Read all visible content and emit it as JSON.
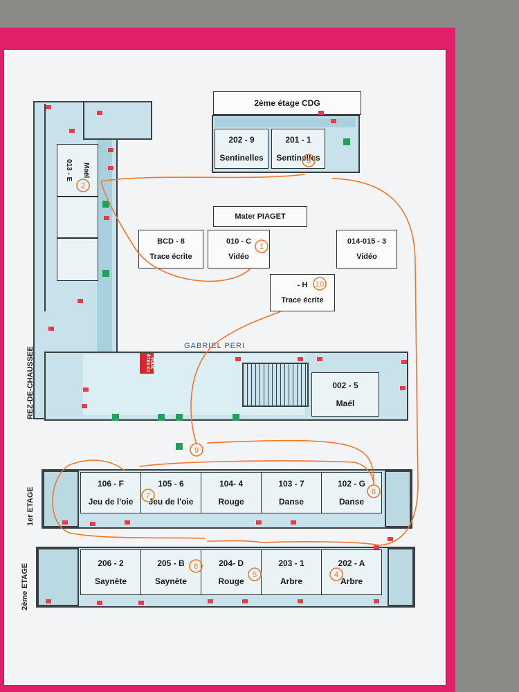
{
  "colors": {
    "route": "#f0772b",
    "exit": "#22a05a",
    "alarm": "#e53c4a"
  },
  "floor2_cdg": {
    "title": "2ème étage CDG",
    "rooms": [
      {
        "code": "202 - 9",
        "name": "Sentinelles"
      },
      {
        "code": "201 - 1",
        "name": "Sentinelles"
      }
    ]
  },
  "mater_piaget": "Mater PIAGET",
  "boxes": [
    {
      "code": "BCD - 8",
      "name": "Trace écrite"
    },
    {
      "code": "010 - C",
      "name": "Vidéo"
    },
    {
      "code": "014-015 - 3",
      "name": "Vidéo"
    },
    {
      "code": "- H",
      "name": "Trace écrite"
    }
  ],
  "rdc": {
    "label": "REZ-DE-CHAUSSEE",
    "street": "GABRIEL PERI",
    "vous_etes_ici": "VOUS ÊTES ICI",
    "room_013": {
      "code": "013 - E",
      "name": "Maël"
    },
    "room_002": {
      "code": "002 - 5",
      "name": "Maël"
    }
  },
  "etage1": {
    "label": "1er ETAGE",
    "rooms": [
      {
        "code": "106 - F",
        "name": "Jeu de l'oie"
      },
      {
        "code": "105 - 6",
        "name": "Jeu de l'oie"
      },
      {
        "code": "104- 4",
        "name": "Rouge"
      },
      {
        "code": "103 - 7",
        "name": "Danse"
      },
      {
        "code": "102 - G",
        "name": "Danse"
      }
    ]
  },
  "etage2": {
    "label": "2ème ETAGE",
    "rooms": [
      {
        "code": "206 - 2",
        "name": "Saynète"
      },
      {
        "code": "205 - B",
        "name": "Saynète"
      },
      {
        "code": "204- D",
        "name": "Rouge"
      },
      {
        "code": "203 - 1",
        "name": "Arbre"
      },
      {
        "code": "202 - A",
        "name": "Arbre"
      }
    ]
  },
  "route_steps": [
    "1",
    "2",
    "3",
    "4",
    "5",
    "6",
    "7",
    "8",
    "9",
    "10"
  ]
}
